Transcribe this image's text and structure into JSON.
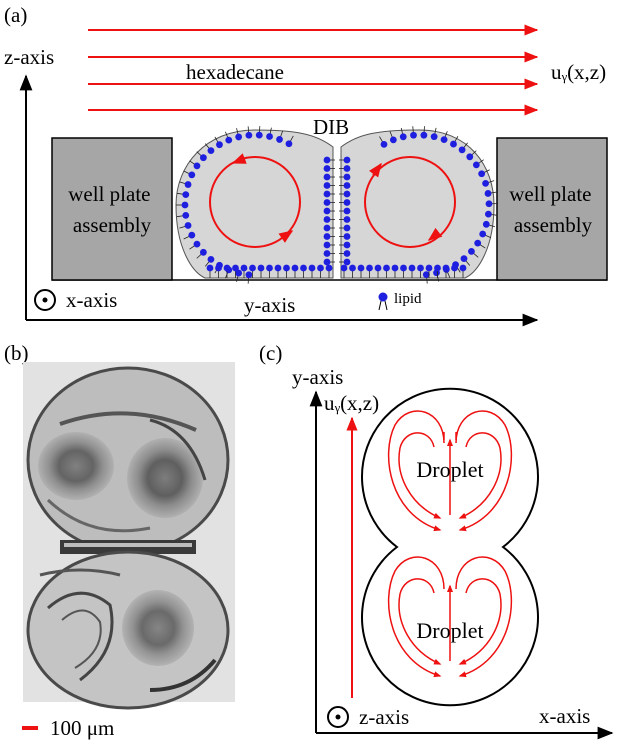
{
  "panel_a": {
    "tag": "(a)",
    "z_axis": "z-axis",
    "y_axis": "y-axis",
    "x_axis": "x-axis",
    "medium": "hexadecane",
    "velocity": "uᵧ(x,z)",
    "dib": "DIB",
    "left_block": [
      "well plate",
      "assembly"
    ],
    "right_block": [
      "well plate",
      "assembly"
    ],
    "lipid_legend": "lipid"
  },
  "panel_b": {
    "tag": "(b)",
    "scale_bar": "100 μm"
  },
  "panel_c": {
    "tag": "(c)",
    "y_axis": "y-axis",
    "velocity": "uᵧ(x,z)",
    "x_axis": "x-axis",
    "z_axis": "z-axis",
    "droplet_top": "Droplet",
    "droplet_bottom": "Droplet"
  },
  "colors": {
    "flow": "#ee1111",
    "lipid_head": "#1f1fe0",
    "block_fill": "#a6a6a6",
    "droplet_fill": "#d6d6d6"
  }
}
